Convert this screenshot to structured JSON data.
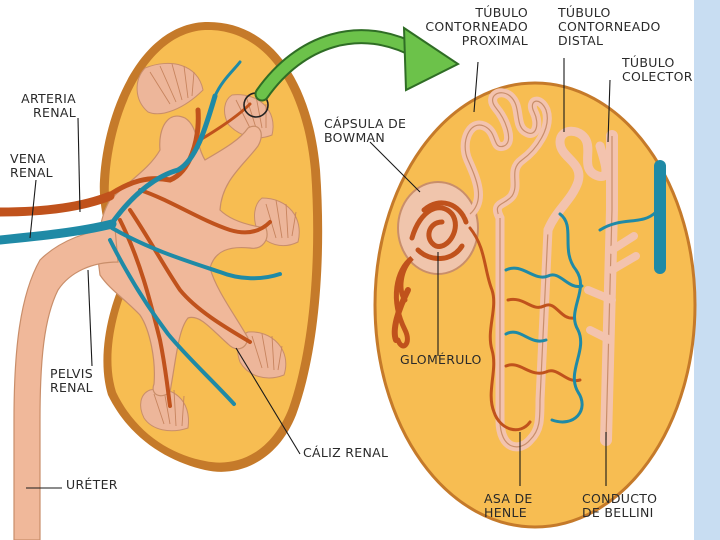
{
  "labels": {
    "arteria_renal": [
      "ARTERIA",
      "RENAL"
    ],
    "vena_renal": [
      "VENA",
      "RENAL"
    ],
    "pelvis_renal": [
      "PELVIS",
      "RENAL"
    ],
    "ureter": "URÉTER",
    "caliz_renal": "CÁLIZ RENAL",
    "capsula_bowman": [
      "CÁPSULA DE",
      "BOWMAN"
    ],
    "glomerulo": "GLOMÉRULO",
    "tubulo_proximal": [
      "TÚBULO",
      "CONTORNEADO",
      "PROXIMAL"
    ],
    "tubulo_distal": [
      "TÚBULO",
      "CONTORNEADO",
      "DISTAL"
    ],
    "tubulo_colector": [
      "TÚBULO",
      "COLECTOR"
    ],
    "asa_henle": [
      "ASA DE",
      "HENLE"
    ],
    "conducto_bellini": [
      "CONDUCTO",
      "DE BELLINI"
    ]
  },
  "colors": {
    "cortex": "#f7bd52",
    "capsule": "#c57a2a",
    "artery": "#c0521c",
    "vein": "#1f8aa6",
    "pelvis": "#f0b89a",
    "tubule": "#f3c3ae",
    "arrow": "#6cc24a",
    "side_strip": "#c8ddf2"
  }
}
